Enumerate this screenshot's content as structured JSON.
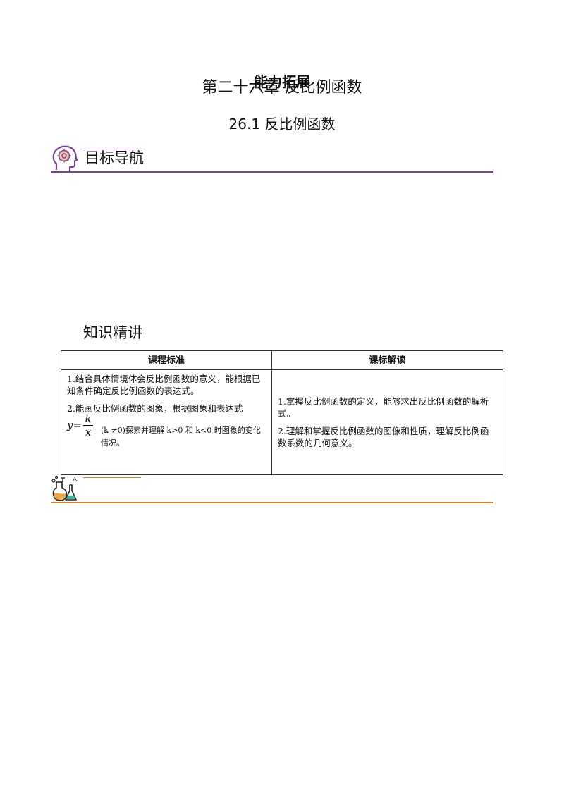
{
  "header": {
    "title_overlay": "能力拓展",
    "title_main": "第二十六章 反比例函数",
    "subtitle": "26.1 反比例函数"
  },
  "sections": {
    "goal_nav": "目标导航",
    "knowledge": "知识精讲"
  },
  "table": {
    "headers": [
      "课程标准",
      "课标解读"
    ],
    "left": {
      "p1": "1.结合具体情境体会反比例函数的意义，能根据已知条件确定反比例函数的表达式。",
      "p2_start": "2.能画反比例函数的图象，根据图象和表达式",
      "formula_lhs": "y=",
      "formula_num": "k",
      "formula_den": "x",
      "formula_cond": "(k ≠0)探索并理解 k>0 和 k<0 时图象的变化情况。"
    },
    "right": {
      "p1": "1.掌握反比例函数的定义，能够求出反比例函数的解析式。",
      "p2": "2.理解和掌握反比例函数的图像和性质，理解反比例函数系数的几何意义。"
    }
  },
  "colors": {
    "accent_purple": "#7b3fa0",
    "accent_orange": "#e07a1f"
  },
  "icons": {
    "goal": "brain-head-icon",
    "lab": "lab-flask-icon"
  }
}
